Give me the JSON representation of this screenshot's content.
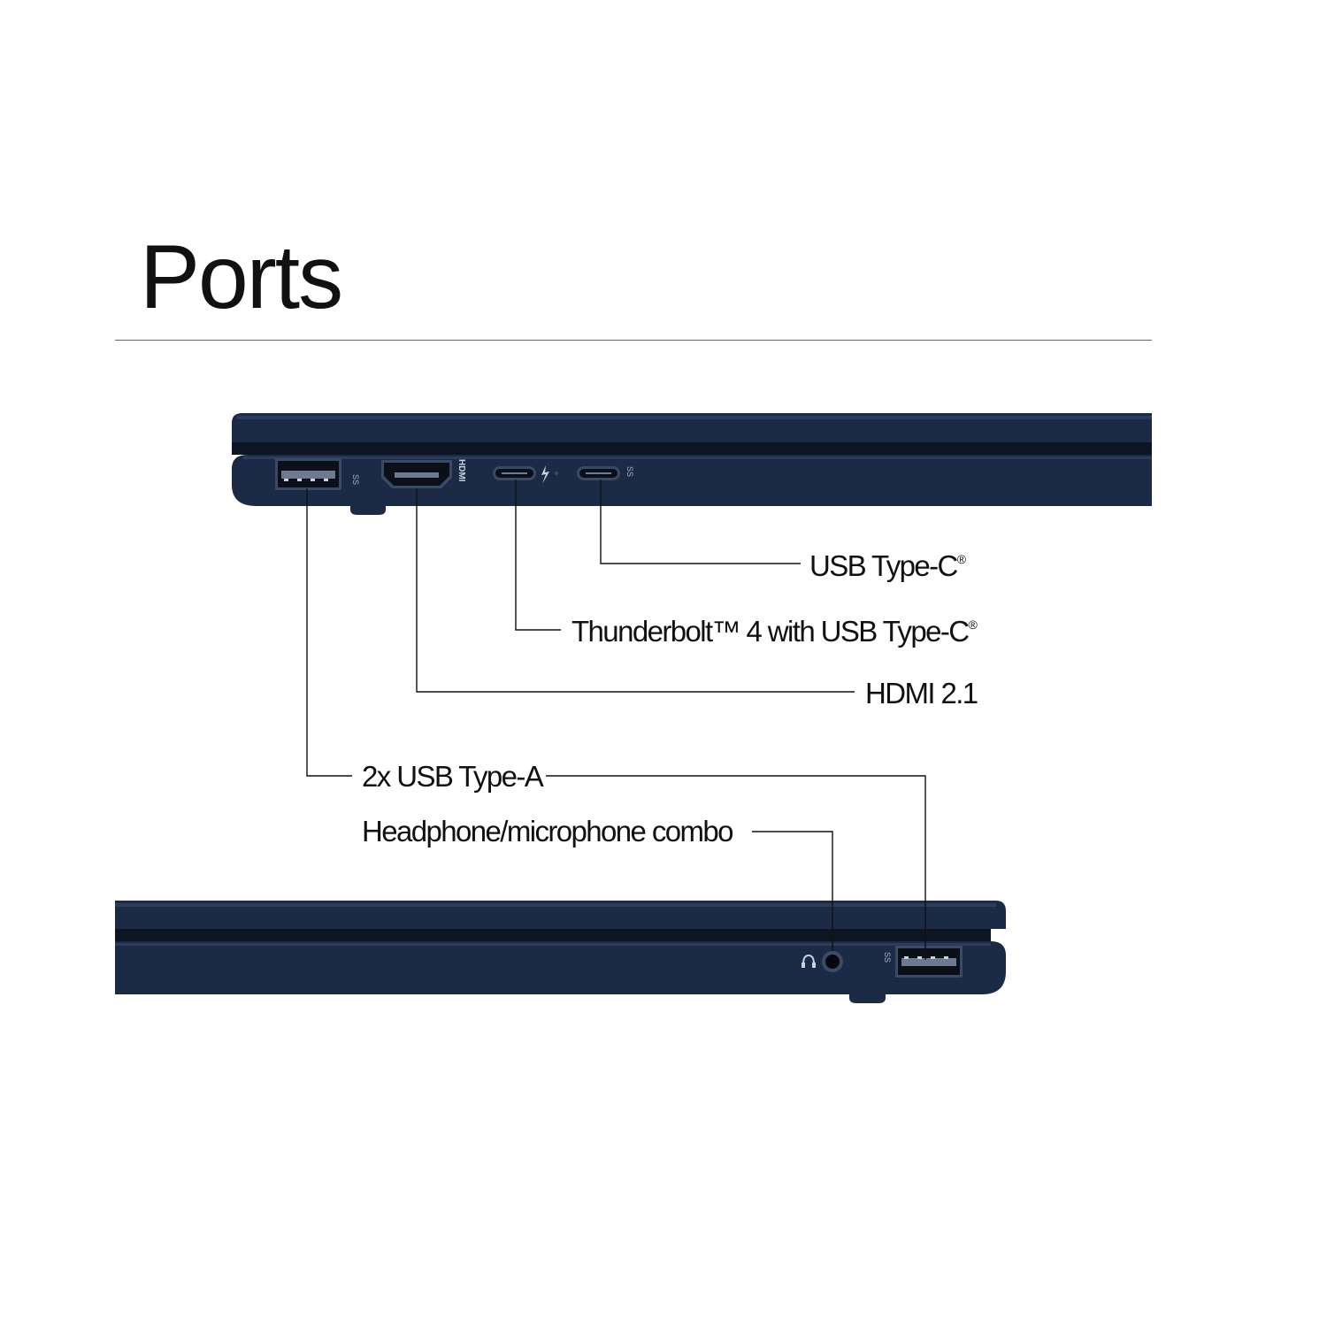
{
  "page": {
    "title": "Ports"
  },
  "labels": {
    "usb_c": "USB Type-C",
    "thunderbolt": "Thunderbolt™ 4 with USB Type-C",
    "hdmi": "HDMI 2.1",
    "usb_a": "2x USB Type-A",
    "headphone": "Headphone/microphone combo",
    "registered_mark": "®"
  },
  "port_markings": {
    "hdmi": "HDMI",
    "superspeed": "SS"
  },
  "colors": {
    "laptop_body": "#1b2a45",
    "laptop_highlight": "#2c3d5c",
    "port_inner": "#0a0f18",
    "leader_line": "#111111",
    "rule": "#666666"
  }
}
